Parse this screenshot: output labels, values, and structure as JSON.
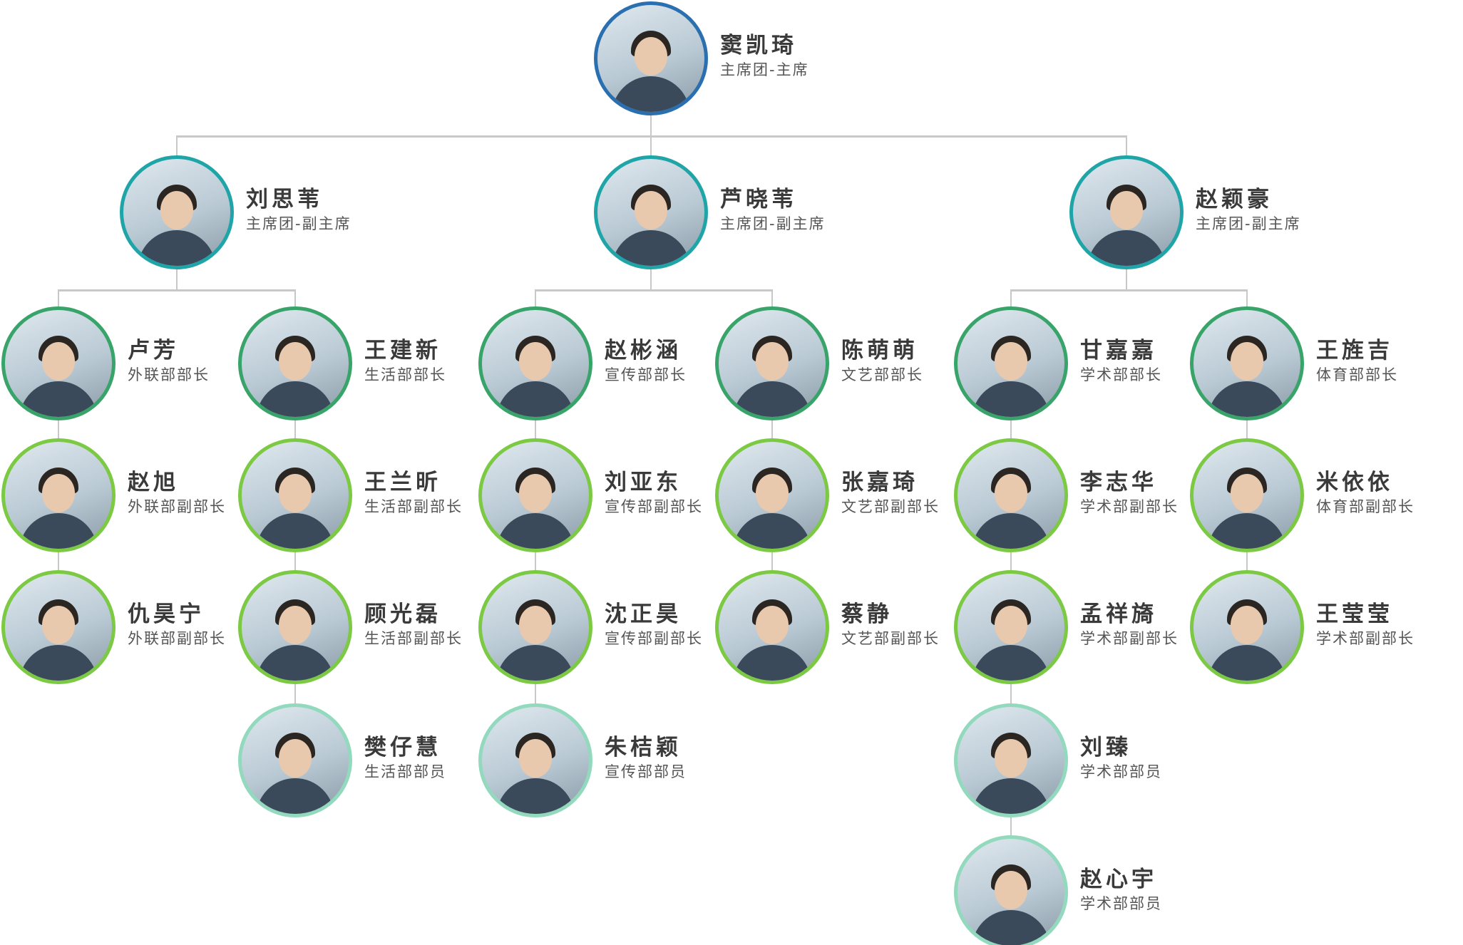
{
  "chairman": {
    "name": "窦凯琦",
    "role": "主席团-主席"
  },
  "vice_chairs": [
    {
      "name": "刘思苇",
      "role": "主席团-副主席"
    },
    {
      "name": "芦晓苇",
      "role": "主席团-副主席"
    },
    {
      "name": "赵颖豪",
      "role": "主席团-副主席"
    }
  ],
  "departments": [
    {
      "members": [
        {
          "name": "卢芳",
          "role": "外联部部长"
        },
        {
          "name": "赵旭",
          "role": "外联部副部长"
        },
        {
          "name": "仇昊宁",
          "role": "外联部副部长"
        }
      ]
    },
    {
      "members": [
        {
          "name": "王建新",
          "role": "生活部部长"
        },
        {
          "name": "王兰昕",
          "role": "生活部副部长"
        },
        {
          "name": "顾光磊",
          "role": "生活部副部长"
        },
        {
          "name": "樊仔慧",
          "role": "生活部部员"
        }
      ]
    },
    {
      "members": [
        {
          "name": "赵彬涵",
          "role": "宣传部部长"
        },
        {
          "name": "刘亚东",
          "role": "宣传部副部长"
        },
        {
          "name": "沈正昊",
          "role": "宣传部副部长"
        },
        {
          "name": "朱桔颖",
          "role": "宣传部部员"
        }
      ]
    },
    {
      "members": [
        {
          "name": "陈萌萌",
          "role": "文艺部部长"
        },
        {
          "name": "张嘉琦",
          "role": "文艺部副部长"
        },
        {
          "name": "蔡静",
          "role": "文艺部副部长"
        }
      ]
    },
    {
      "members": [
        {
          "name": "甘嘉嘉",
          "role": "学术部部长"
        },
        {
          "name": "李志华",
          "role": "学术部副部长"
        },
        {
          "name": "孟祥旖",
          "role": "学术部副部长"
        },
        {
          "name": "刘臻",
          "role": "学术部部员"
        },
        {
          "name": "赵心宇",
          "role": "学术部部员"
        }
      ]
    },
    {
      "members": [
        {
          "name": "王旌吉",
          "role": "体育部部长"
        },
        {
          "name": "米依依",
          "role": "体育部副部长"
        },
        {
          "name": "王莹莹",
          "role": "学术部副部长"
        }
      ]
    }
  ],
  "colors": {
    "chairman_ring": "#2a6fb0",
    "vice_ring": "#1fa5a8",
    "head_ring": "#38a46a",
    "deputy_ring": "#7cc943",
    "member_ring": "#92d9bd",
    "connector": "#c8c8c8"
  }
}
